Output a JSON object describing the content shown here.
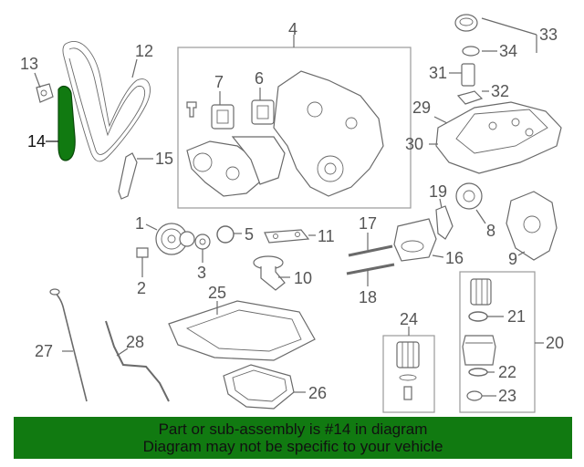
{
  "callouts": {
    "c1": "1",
    "c2": "2",
    "c3": "3",
    "c4": "4",
    "c5": "5",
    "c6": "6",
    "c7": "7",
    "c8": "8",
    "c9": "9",
    "c10": "10",
    "c11": "11",
    "c12": "12",
    "c13": "13",
    "c14": "14",
    "c15": "15",
    "c16": "16",
    "c17": "17",
    "c18": "18",
    "c19": "19",
    "c20": "20",
    "c21": "21",
    "c22": "22",
    "c23": "23",
    "c24": "24",
    "c25": "25",
    "c26": "26",
    "c27": "27",
    "c28": "28",
    "c29": "29",
    "c30": "30",
    "c31": "31",
    "c32": "32",
    "c33": "33",
    "c34": "34"
  },
  "highlight": {
    "part": "14",
    "color": "#117a11"
  },
  "banner": {
    "line1": "Part or sub-assembly is #14 in diagram",
    "line2": "Diagram may not be specific to your vehicle",
    "color": "#117a11"
  }
}
